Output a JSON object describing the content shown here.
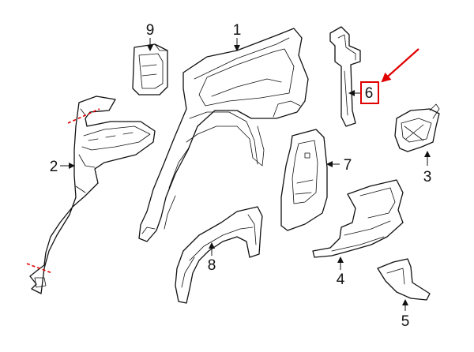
{
  "callouts": [
    {
      "id": "1",
      "label": "1"
    },
    {
      "id": "2",
      "label": "2"
    },
    {
      "id": "3",
      "label": "3"
    },
    {
      "id": "4",
      "label": "4"
    },
    {
      "id": "5",
      "label": "5"
    },
    {
      "id": "6",
      "label": "6"
    },
    {
      "id": "7",
      "label": "7"
    },
    {
      "id": "8",
      "label": "8"
    },
    {
      "id": "9",
      "label": "9"
    }
  ],
  "highlighted_callout": "6",
  "colors": {
    "line": "#111111",
    "highlight": "#e00000",
    "background": "#ffffff"
  }
}
